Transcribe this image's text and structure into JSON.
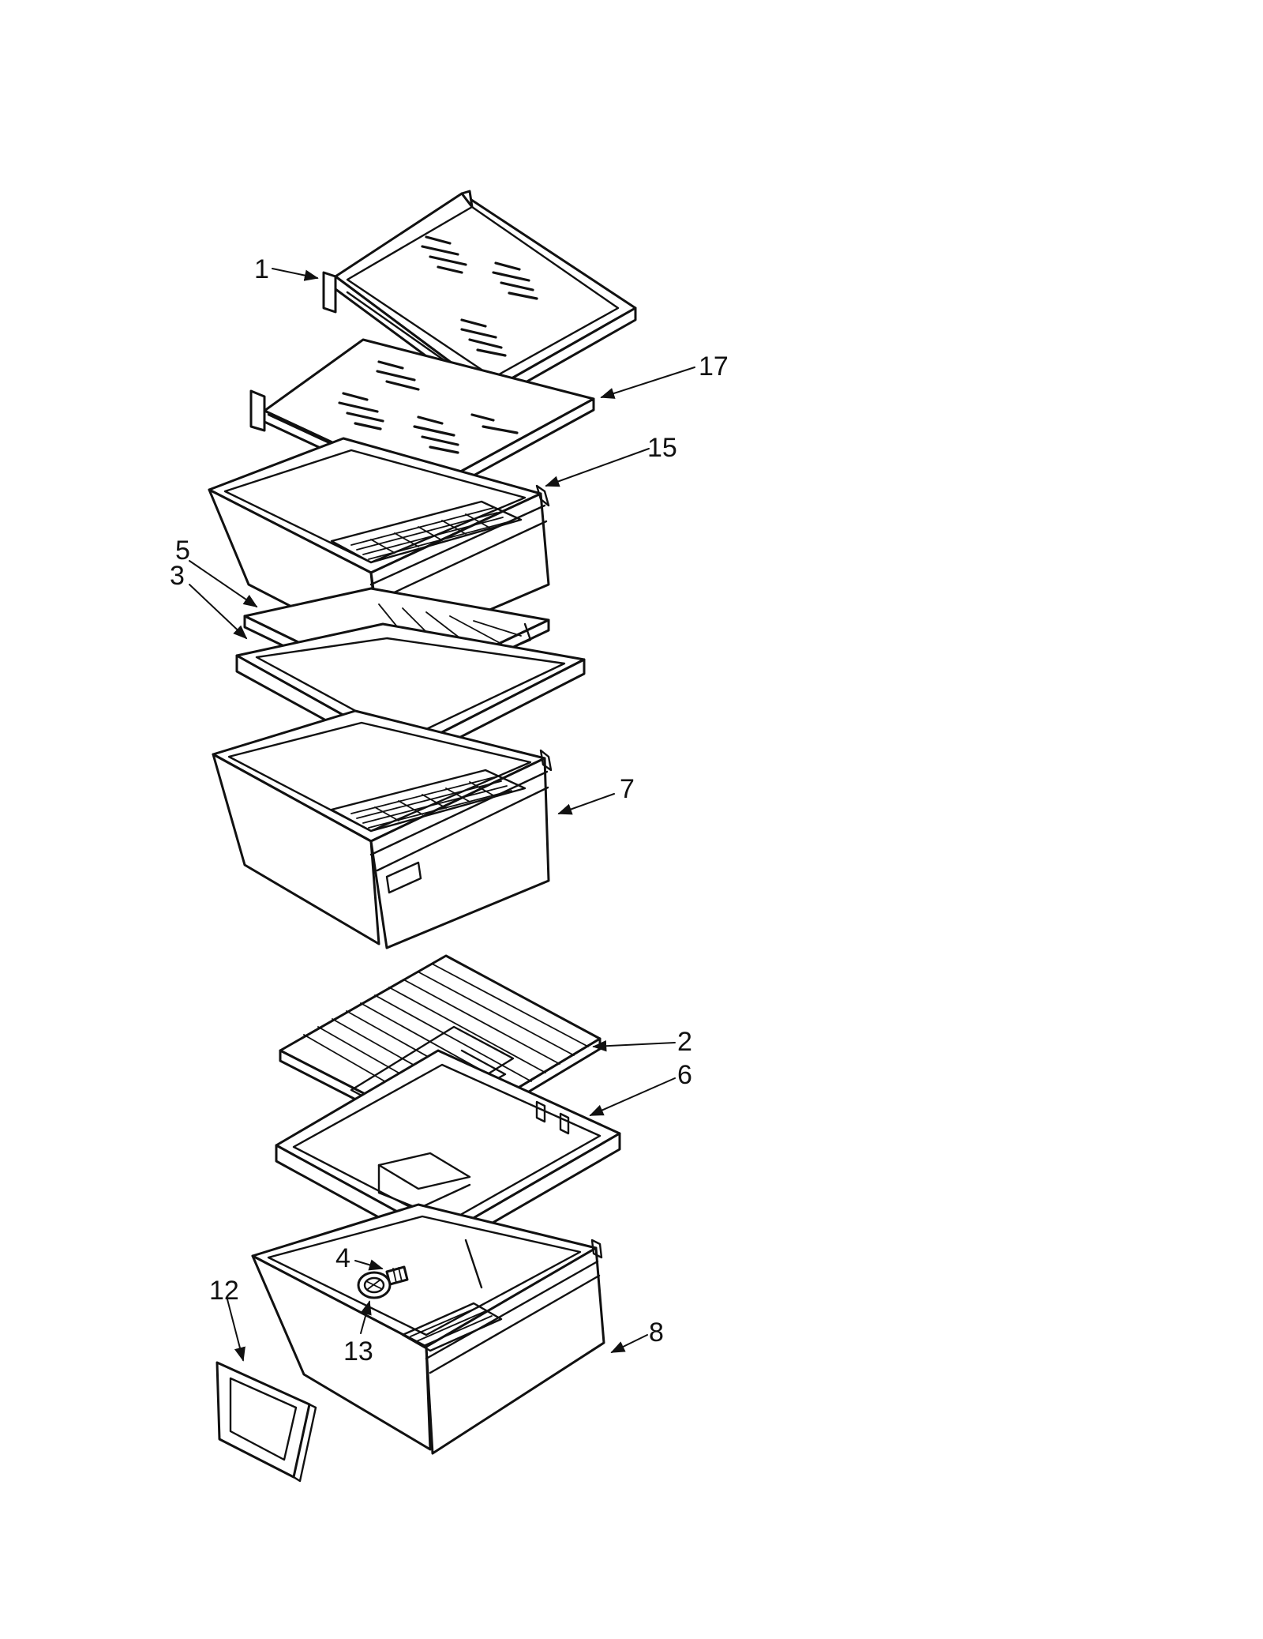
{
  "diagram": {
    "colors": {
      "line": "#111111",
      "background": "#ffffff"
    },
    "callouts": [
      {
        "id": "c1",
        "label": "1"
      },
      {
        "id": "c17",
        "label": "17"
      },
      {
        "id": "c15",
        "label": "15"
      },
      {
        "id": "c5",
        "label": "5"
      },
      {
        "id": "c3",
        "label": "3"
      },
      {
        "id": "c7",
        "label": "7"
      },
      {
        "id": "c2",
        "label": "2"
      },
      {
        "id": "c6",
        "label": "6"
      },
      {
        "id": "c4",
        "label": "4"
      },
      {
        "id": "c12",
        "label": "12"
      },
      {
        "id": "c13",
        "label": "13"
      },
      {
        "id": "c8",
        "label": "8"
      }
    ]
  }
}
